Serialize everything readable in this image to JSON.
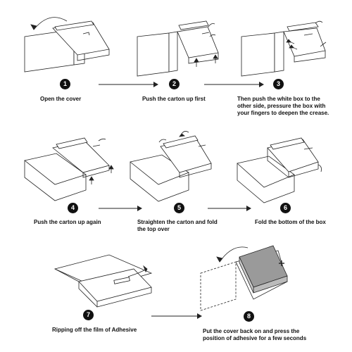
{
  "steps": [
    {
      "number": "1",
      "caption": "Open the cover"
    },
    {
      "number": "2",
      "caption": "Push the carton up first"
    },
    {
      "number": "3",
      "caption_lines": [
        "Then push the white box to the",
        "other side, pressure the box with",
        "your fingers to deepen the crease."
      ]
    },
    {
      "number": "4",
      "caption": "Push the carton up again"
    },
    {
      "number": "5",
      "caption_lines": [
        "Straighten the carton and fold",
        "the top over"
      ]
    },
    {
      "number": "6",
      "caption": "Fold the bottom of the box"
    },
    {
      "number": "7",
      "caption": "Ripping off the film of Adhesive"
    },
    {
      "number": "8",
      "caption_lines": [
        "Put the cover back on and press the",
        "position of adhesive for a few seconds"
      ]
    }
  ],
  "colors": {
    "line": "#222222",
    "badge": "#111111",
    "gray_box": "#9a9a9a"
  }
}
